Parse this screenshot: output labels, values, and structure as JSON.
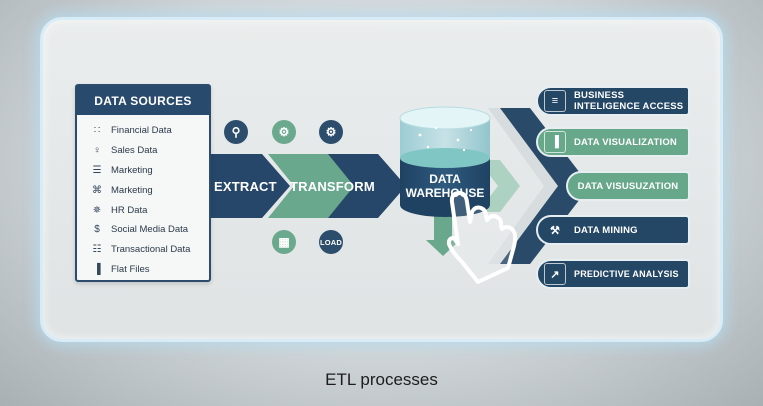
{
  "caption": "ETL processes",
  "sources": {
    "title": "DATA SOURCES",
    "items": [
      {
        "label": "Financial Data",
        "icon": "chart-icon",
        "glyph": "∷"
      },
      {
        "label": "Sales Data",
        "icon": "person-icon",
        "glyph": "♀"
      },
      {
        "label": "Marketing",
        "icon": "list-icon",
        "glyph": "☰"
      },
      {
        "label": "Marketing",
        "icon": "cart-icon",
        "glyph": "⌘"
      },
      {
        "label": "HR Data",
        "icon": "network-icon",
        "glyph": "✵"
      },
      {
        "label": "Social Media Data",
        "icon": "dollar-icon",
        "glyph": "$"
      },
      {
        "label": "Transactional Data",
        "icon": "document-icon",
        "glyph": "☷"
      },
      {
        "label": "Flat Files",
        "icon": "bar-chart-icon",
        "glyph": "▐"
      }
    ]
  },
  "steps": {
    "extract": "EXTRACT",
    "transform": "TRANSFORM",
    "load": "LOAD",
    "warehouse_line1": "DATA",
    "warehouse_line2": "WAREHOUSE"
  },
  "outputs": [
    {
      "label": "BUSINESS INTELIGENCE ACCESS",
      "style": "dark",
      "icon": "dashboard-icon",
      "glyph": "≡"
    },
    {
      "label": "DATA VISUALIZATION",
      "style": "green",
      "icon": "bar-chart-icon",
      "glyph": "▐"
    },
    {
      "label": "DATA VISUSUZATION",
      "style": "green",
      "icon": "",
      "glyph": ""
    },
    {
      "label": "DATA MINING",
      "style": "dark",
      "icon": "pickaxe-icon",
      "glyph": "⚒"
    },
    {
      "label": "PREDICTIVE ANALYSIS",
      "style": "dark",
      "icon": "trend-chart-icon",
      "glyph": "↗"
    }
  ],
  "colors": {
    "navy": "#284a6c",
    "green": "#6ba98e",
    "teal": "#7fc6c4"
  }
}
